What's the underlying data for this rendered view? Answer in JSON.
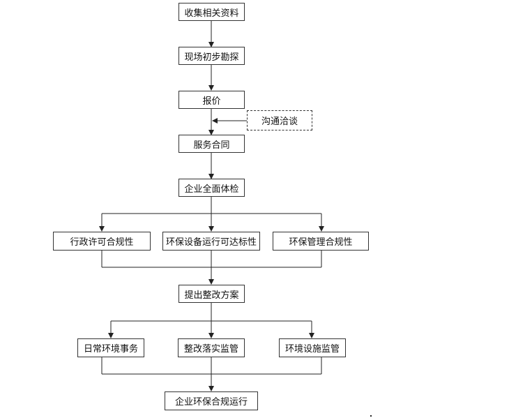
{
  "flowchart": {
    "nodes": {
      "collect": "收集相关资料",
      "survey": "现场初步勘探",
      "quote": "报价",
      "negotiate": "沟通洽谈",
      "contract": "服务合同",
      "inspection": "企业全面体检",
      "admin_license": "行政许可合规性",
      "equipment": "环保设备运行可达标性",
      "management": "环保管理合规性",
      "plan": "提出整改方案",
      "daily": "日常环境事务",
      "implement": "整改落实监管",
      "facility": "环境设施监管",
      "compliance_run": "企业环保合规运行"
    }
  }
}
